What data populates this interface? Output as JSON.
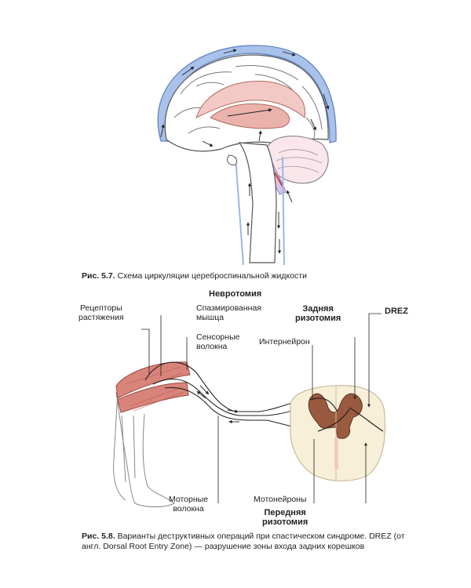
{
  "figure_57": {
    "number": "Рис. 5.7.",
    "caption": "Схема циркуляции цереброспинальной жидкости"
  },
  "figure_58": {
    "title": "Невротомия",
    "labels": {
      "receptors": "Рецепторы\nрастяжения",
      "spasm_muscle": "Спазмированная\nмышца",
      "sensory_fibers": "Сенсорные\nволокна",
      "interneuron": "Интернейрон",
      "posterior_rhizotomy": "Задняя\nризотомия",
      "drez": "DREZ",
      "motor_fibers": "Моторные\nволокна",
      "motoneurons": "Мотонейроны",
      "anterior_rhizotomy": "Передняя\nризотомия"
    },
    "number": "Рис. 5.8.",
    "caption": "Варианты деструктивных операций при спастическом синдроме. DREZ (от англ. Dorsal Root Entry Zone) — разрушение зоны входа задних корешков"
  },
  "colors": {
    "csf_blue": "#8fb0e0",
    "brain_pink": "#f3c9c5",
    "muscle_red": "#d9847a",
    "cord_cream": "#f7efd8",
    "grey_matter": "#9a5a40"
  }
}
